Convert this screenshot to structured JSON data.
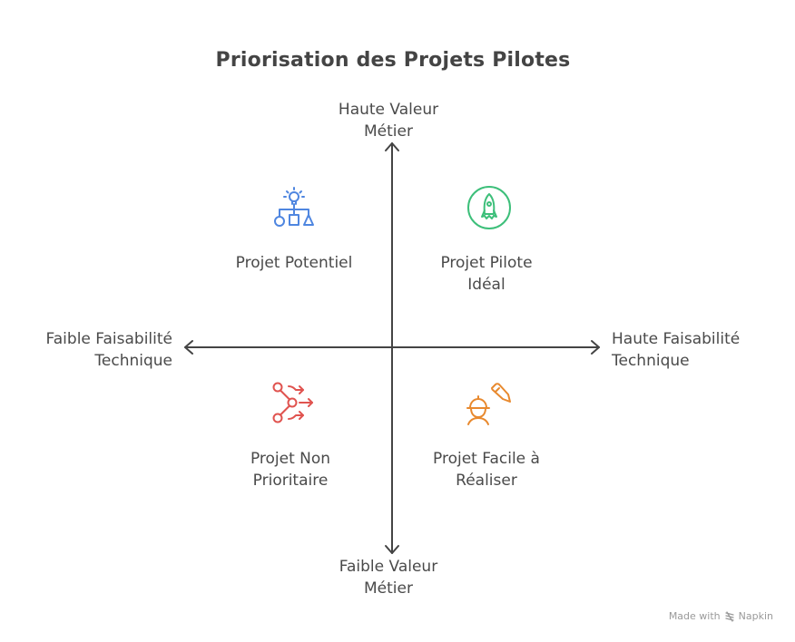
{
  "title": "Priorisation des Projets Pilotes",
  "axes": {
    "top": [
      "Haute Valeur",
      "Métier"
    ],
    "bottom": [
      "Faible Valeur",
      "Métier"
    ],
    "left": [
      "Faible Faisabilité",
      "Technique"
    ],
    "right": [
      "Haute Faisabilité",
      "Technique"
    ]
  },
  "quadrants": {
    "top_left": {
      "label": [
        "Projet Potentiel"
      ],
      "icon": "lightbulb-shapes-icon",
      "color": "#4f86e0"
    },
    "top_right": {
      "label": [
        "Projet Pilote",
        "Idéal"
      ],
      "icon": "rocket-icon",
      "color": "#3dbf7a"
    },
    "bottom_left": {
      "label": [
        "Projet Non",
        "Prioritaire"
      ],
      "icon": "branching-arrows-icon",
      "color": "#e0534f"
    },
    "bottom_right": {
      "label": [
        "Projet Facile à",
        "Réaliser"
      ],
      "icon": "worker-pencil-icon",
      "color": "#e8892e"
    }
  },
  "colors": {
    "axis": "#444444",
    "text": "#4a4a4a"
  },
  "footer": {
    "made_with": "Made with",
    "brand": "Napkin"
  }
}
